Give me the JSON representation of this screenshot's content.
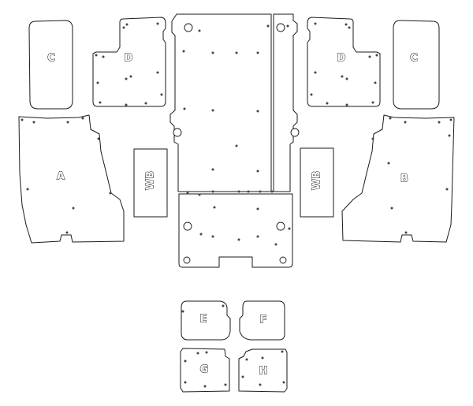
{
  "labels": {
    "c_left": "C",
    "d_left": "D",
    "d_right": "D",
    "c_right": "C",
    "a": "A",
    "b": "B",
    "wb_left": "WB",
    "wb_right": "WB",
    "e": "E",
    "f": "F",
    "g": "G",
    "h": "H"
  },
  "colors": {
    "outline": "#1a1a1a",
    "background": "#ffffff",
    "hole": "#444444"
  }
}
